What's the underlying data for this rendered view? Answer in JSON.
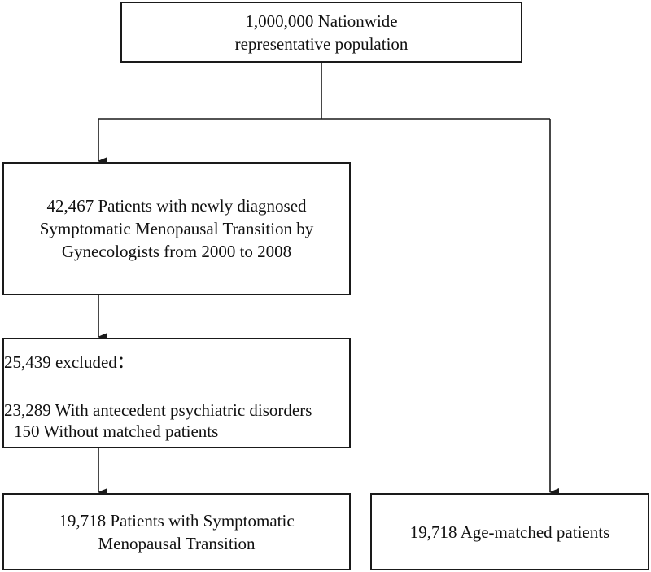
{
  "population": {
    "line1": "1,000,000 Nationwide",
    "line2": "representative population"
  },
  "diagnosed": {
    "line1": "42,467 Patients with newly diagnosed",
    "line2": "Symptomatic Menopausal Transition by",
    "line3": "Gynecologists from 2000 to 2008"
  },
  "excluded": {
    "heading": "25,439 excluded：",
    "items": [
      "23,289 With antecedent psychiatric disorders",
      "150 Without matched patients"
    ]
  },
  "cohort": {
    "line1": "19,718 Patients with Symptomatic",
    "line2": "Menopausal Transition"
  },
  "controls": {
    "line1": "19,718 Age-matched patients"
  }
}
